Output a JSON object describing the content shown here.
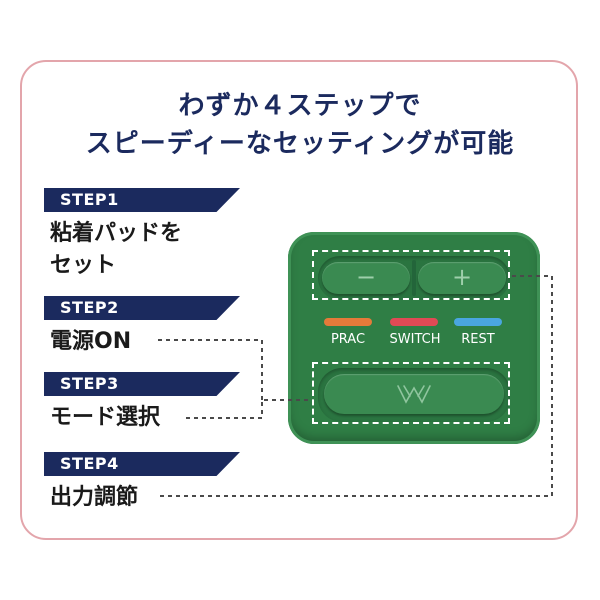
{
  "headline": {
    "line1": "わずか４ステップで",
    "line2": "スピーディーなセッティングが可能"
  },
  "steps": [
    {
      "badge": "STEP1",
      "text_line1": "粘着パッドを",
      "text_line2": "セット"
    },
    {
      "badge": "STEP2",
      "text_line1": "電源ON"
    },
    {
      "badge": "STEP3",
      "text_line1": "モード選択"
    },
    {
      "badge": "STEP4",
      "text_line1": "出力調節"
    }
  ],
  "device": {
    "minus_label": "−",
    "plus_label": "+",
    "leds": [
      {
        "label": "PRAC",
        "color": "#e57a3a"
      },
      {
        "label": "SWITCH",
        "color": "#e04a55"
      },
      {
        "label": "REST",
        "color": "#4aa6e0"
      }
    ],
    "body_color": "#2f7e45",
    "mode_icon": "wave-pattern-icon"
  },
  "colors": {
    "navy": "#1b2a5e",
    "card_border": "#e3a5ab"
  }
}
